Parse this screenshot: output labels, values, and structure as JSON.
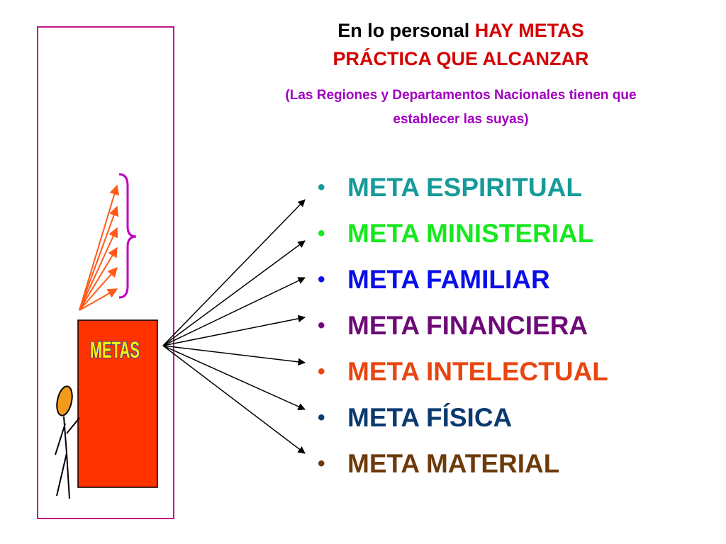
{
  "title": {
    "line1_black": "En lo personal",
    "line1_red": "HAY METAS",
    "line2_red": "PRÁCTICA QUE ALCANZAR",
    "red_color": "#d40000"
  },
  "subtitle": {
    "line1": "(Las Regiones y Departamentos Nacionales tienen que",
    "line2": "establecer las suyas)",
    "color": "#a000c0"
  },
  "box": {
    "label": "METAS",
    "fill_color": "#ff3300",
    "label_color": "#ffee00",
    "label_outline_color": "#1a3aa8"
  },
  "frame_color": "#c0188c",
  "brace_color": "#c000c0",
  "small_arrow_color": "#ff5a1a",
  "goals": [
    {
      "label": "META ESPIRITUAL",
      "color": "#169a9a"
    },
    {
      "label": "META MINISTERIAL",
      "color": "#17e81f"
    },
    {
      "label": "META FAMILIAR",
      "color": "#0a0fe8"
    },
    {
      "label": "META FINANCIERA",
      "color": "#6e0a78"
    },
    {
      "label": "META INTELECTUAL",
      "color": "#e84610"
    },
    {
      "label": "META FÍSICA",
      "color": "#0a3a6e"
    },
    {
      "label": "META MATERIAL",
      "color": "#6e3a0a"
    }
  ],
  "bullet_symbol": "•"
}
